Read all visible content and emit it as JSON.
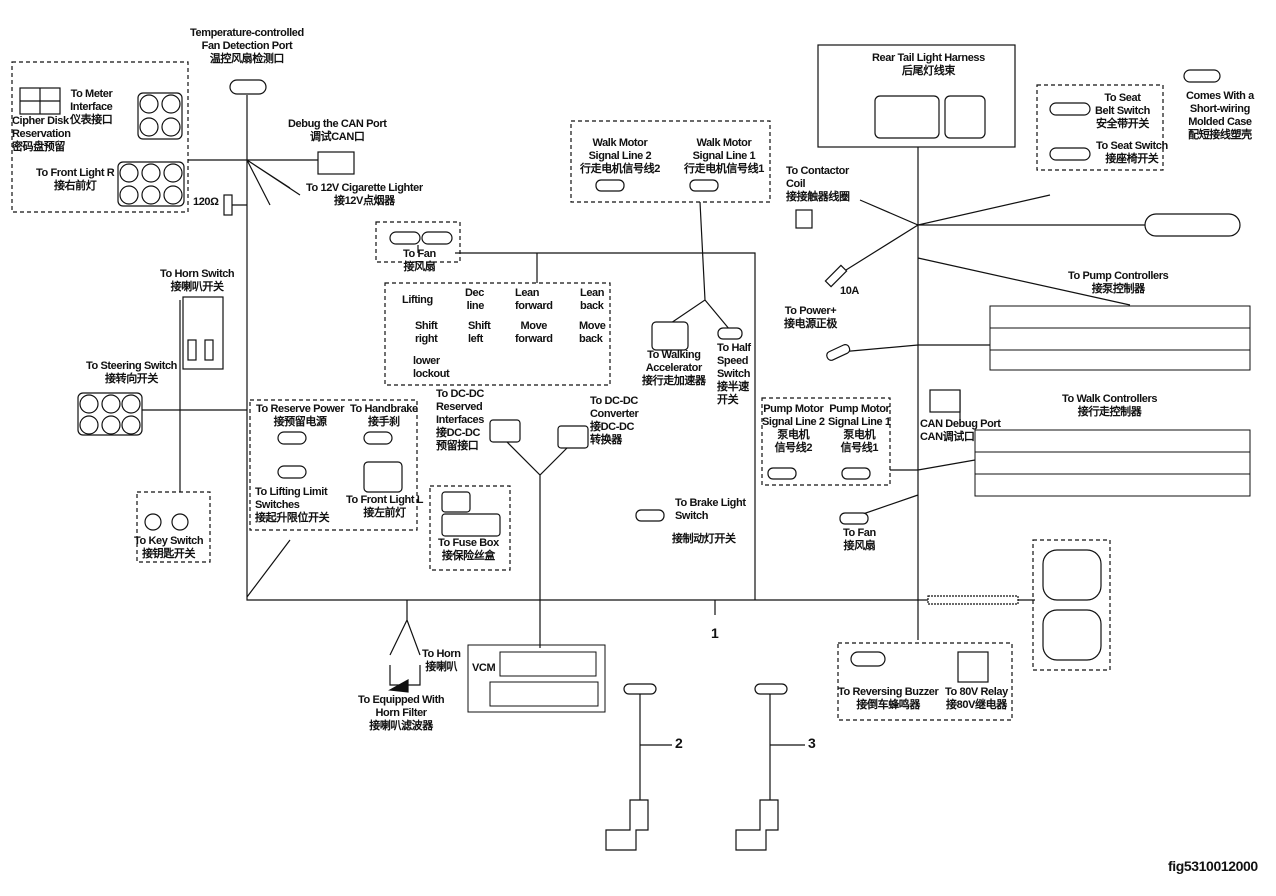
{
  "labels": {
    "fan_detect": "Temperature-controlled\nFan Detection Port\n温控风扇检测口",
    "meter": "To Meter\nInterface\n仪表接口",
    "cipher": "Cipher Disk\nReservation\n密码盘预留",
    "front_light_r": "To Front Light R\n接右前灯",
    "debug_can": "Debug the CAN Port\n调试CAN口",
    "cigarette": "To  12V Cigarette Lighter\n接12V点烟器",
    "resistor": "120Ω",
    "fan_left": "To Fan\n接风扇",
    "horn_switch": "To Horn Switch\n接喇叭开关",
    "steering": "To Steering Switch\n接转向开关",
    "walk_motor_2": "Walk Motor\nSignal Line 2\n行走电机信号线2",
    "walk_motor_1": "Walk Motor\nSignal Line 1\n行走电机信号线1",
    "walking_accel": "To Walking\nAccelerator\n接行走加速器",
    "half_speed": "To Half\nSpeed\nSwitch\n接半速\n开关",
    "reserve_power": "To Reserve Power\n接预留电源",
    "handbrake": "To Handbrake\n接手刹",
    "lifting_limit": "To Lifting Limit\nSwitches\n接起升限位开关",
    "front_light_l": "To Front Light L\n接左前灯",
    "dcdc_reserved": "To DC-DC\nReserved\nInterfaces\n接DC-DC\n预留接口",
    "dcdc_converter": "To DC-DC\nConverter\n接DC-DC\n转换器",
    "fuse_box": "To Fuse Box\n接保险丝盒",
    "brake_light": "To Brake Light\nSwitch",
    "brake_light_cn": "接制动灯开关",
    "key_switch": "To Key Switch\n接钥匙开关",
    "horn": "To Horn\n接喇叭",
    "horn_filter": "To Equipped With\nHorn Filter\n接喇叭滤波器",
    "vcm": "VCM",
    "rear_tail": "Rear Tail Light Harness\n后尾灯线束",
    "seat_belt": "To Seat\nBelt Switch\n安全带开关",
    "seat_switch": "To Seat Switch\n接座椅开关",
    "molded_case": "Comes With a\nShort-wiring\nMolded Case\n配短接线塑壳",
    "contactor": "To  Contactor\nCoil\n接接触器线圈",
    "fuse_10a": "10A",
    "power_plus": "To Power+\n接电源正极",
    "pump_controllers": "To Pump Controllers\n接泵控制器",
    "walk_controllers": "To Walk Controllers\n接行走控制器",
    "can_debug": "CAN Debug Port\nCAN调试口",
    "pump_motor_2": "Pump Motor\nSignal Line 2\n泵电机\n信号线2",
    "pump_motor_1": "Pump Motor\nSignal Line 1\n泵电机\n信号线1",
    "fan_right": "To Fan\n接风扇",
    "reversing_buzzer": "To Reversing Buzzer\n接倒车蜂鸣器",
    "relay_80v": "To 80V Relay\n接80V继电器",
    "harness_1": "1",
    "harness_2": "2",
    "harness_3": "3",
    "figure_id": "fig5310012000"
  },
  "switches": [
    "Lifting",
    "Dec\nline",
    "Lean\nforward",
    "Lean\nback",
    "Shift\nright",
    "Shift\nleft",
    "Move\nforward",
    "Move\nback",
    "lower\nlockout"
  ]
}
